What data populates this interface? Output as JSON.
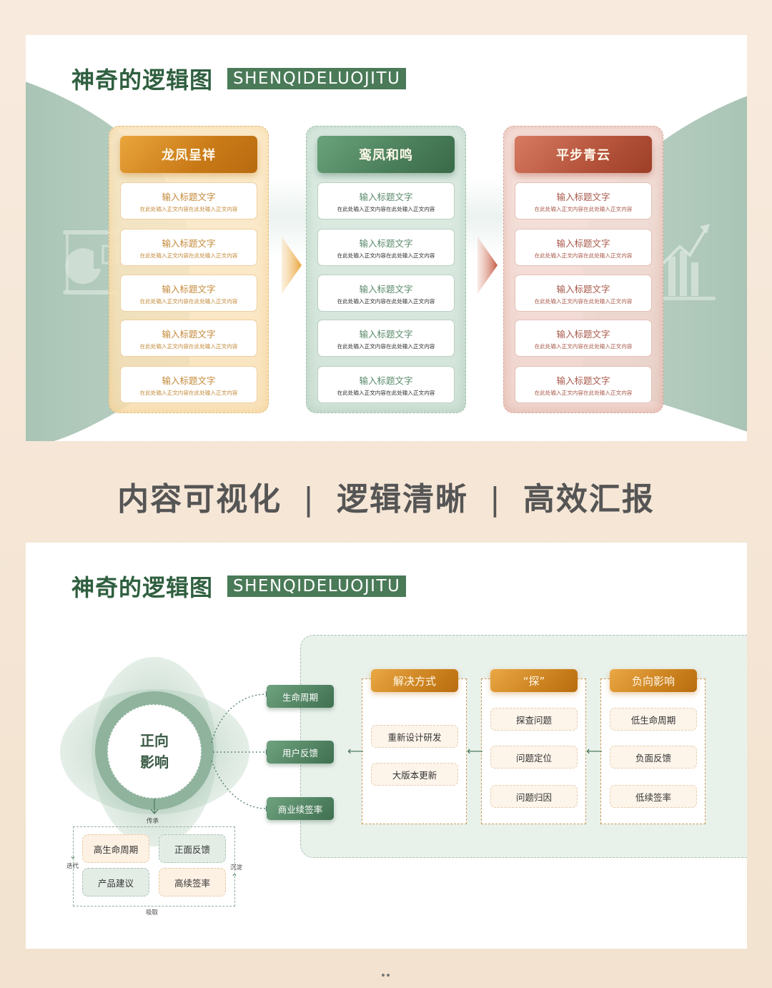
{
  "slide1": {
    "title_cn": "神奇的逻辑图",
    "title_en": "SHENQIDELUOJITU",
    "columns": [
      {
        "theme": "gold",
        "header": "龙凤呈祥",
        "cards": [
          {
            "title": "输入标题文字",
            "body": "在此处输入正文内容在此处输入正文内容"
          },
          {
            "title": "输入标题文字",
            "body": "在此处输入正文内容在此处输入正文内容"
          },
          {
            "title": "输入标题文字",
            "body": "在此处输入正文内容在此处输入正文内容"
          },
          {
            "title": "输入标题文字",
            "body": "在此处输入正文内容在此处输入正文内容"
          },
          {
            "title": "输入标题文字",
            "body": "在此处输入正文内容在此处输入正文内容"
          }
        ]
      },
      {
        "theme": "green",
        "header": "鸾凤和鸣",
        "cards": [
          {
            "title": "输入标题文字",
            "body": "在此处输入正文内容在此处输入正文内容"
          },
          {
            "title": "输入标题文字",
            "body": "在此处输入正文内容在此处输入正文内容"
          },
          {
            "title": "输入标题文字",
            "body": "在此处输入正文内容在此处输入正文内容"
          },
          {
            "title": "输入标题文字",
            "body": "在此处输入正文内容在此处输入正文内容"
          },
          {
            "title": "输入标题文字",
            "body": "在此处输入正文内容在此处输入正文内容"
          }
        ]
      },
      {
        "theme": "red",
        "header": "平步青云",
        "cards": [
          {
            "title": "输入标题文字",
            "body": "在此处输入正文内容在此处输入正文内容"
          },
          {
            "title": "输入标题文字",
            "body": "在此处输入正文内容在此处输入正文内容"
          },
          {
            "title": "输入标题文字",
            "body": "在此处输入正文内容在此处输入正文内容"
          },
          {
            "title": "输入标题文字",
            "body": "在此处输入正文内容在此处输入正文内容"
          },
          {
            "title": "输入标题文字",
            "body": "在此处输入正文内容在此处输入正文内容"
          }
        ]
      }
    ],
    "decor_icons": [
      "presentation-pie-chart-icon",
      "bar-chart-growth-icon"
    ],
    "arrow_colors": {
      "first": "#e9a43a",
      "second": "#c55a43"
    }
  },
  "slogan": {
    "parts": [
      "内容可视化",
      "逻辑清晰",
      "高效汇报"
    ],
    "separator": "|"
  },
  "slide2": {
    "title_cn": "神奇的逻辑图",
    "title_en": "SHENQIDELUOJITU",
    "center": {
      "line1": "正向",
      "line2": "影响"
    },
    "outputs": [
      "生命周期",
      "用户反馈",
      "商业续签率"
    ],
    "down_label": "传承",
    "loop": {
      "cells": [
        "高生命周期",
        "正面反馈",
        "产品建议",
        "高续签率"
      ],
      "left_label": "迭代",
      "right_label": "沉淀",
      "bottom_label": "吸取"
    },
    "groups": [
      {
        "header": "解决方式",
        "items": [
          "重新设计研发",
          "大版本更新"
        ]
      },
      {
        "header": "“探”",
        "items": [
          "探查问题",
          "问题定位",
          "问题归因"
        ]
      },
      {
        "header": "负向影响",
        "items": [
          "低生命周期",
          "负面反馈",
          "低续签率"
        ]
      }
    ]
  },
  "colors": {
    "brand_green": "#4a7a57",
    "gold": "#c97a17",
    "red": "#b4523a",
    "background": "#f5e6d6"
  },
  "pager": {
    "dots": 2
  }
}
